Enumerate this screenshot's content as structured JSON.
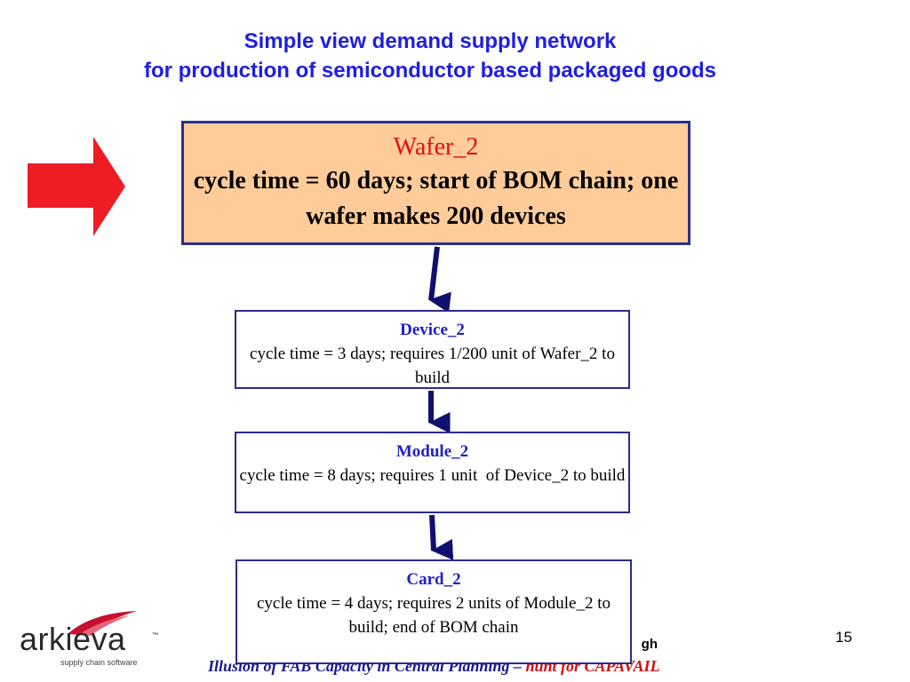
{
  "title": {
    "line1": "Simple view demand supply network",
    "line2": "for production of semiconductor based packaged goods"
  },
  "nodes": [
    {
      "key": "wafer",
      "name": "Wafer_2",
      "desc": "cycle time = 60 days; start of BOM chain; one wafer makes 200 devices"
    },
    {
      "key": "device",
      "name": "Device_2",
      "desc": "cycle time = 3 days; requires 1/200 unit of Wafer_2 to build"
    },
    {
      "key": "module",
      "name": "Module_2",
      "desc": "cycle time = 8 days; requires 1 unit  of Device_2 to build"
    },
    {
      "key": "card",
      "name": "Card_2",
      "desc": "cycle time = 4 days; requires 2 units of Module_2 to build; end of BOM chain"
    }
  ],
  "edges": [
    {
      "from": "Wafer_2",
      "to": "Device_2"
    },
    {
      "from": "Device_2",
      "to": "Module_2"
    },
    {
      "from": "Module_2",
      "to": "Card_2"
    }
  ],
  "footer": {
    "page_number": "15",
    "name_partial": "gh",
    "subtitle_main": "Illusion of FAB Capacity in Central Planning –",
    "subtitle_highlight": "hunt for CAPAVAIL"
  },
  "logo": {
    "wordmark": "arkieva",
    "tm": "™",
    "tagline": "supply chain software"
  },
  "colors": {
    "title": "#1f1fe0",
    "wafer_fill": "#ffcc99",
    "wafer_name": "#e01010",
    "node_name": "#2020c8",
    "border": "#2b2b8c",
    "connector": "#10106e",
    "red_arrow": "#ee1c25",
    "footer_highlight": "#d01010"
  },
  "icons": {
    "pointer": "red-right-arrow-icon",
    "logo_mark": "arkieva-swoosh-icon"
  }
}
